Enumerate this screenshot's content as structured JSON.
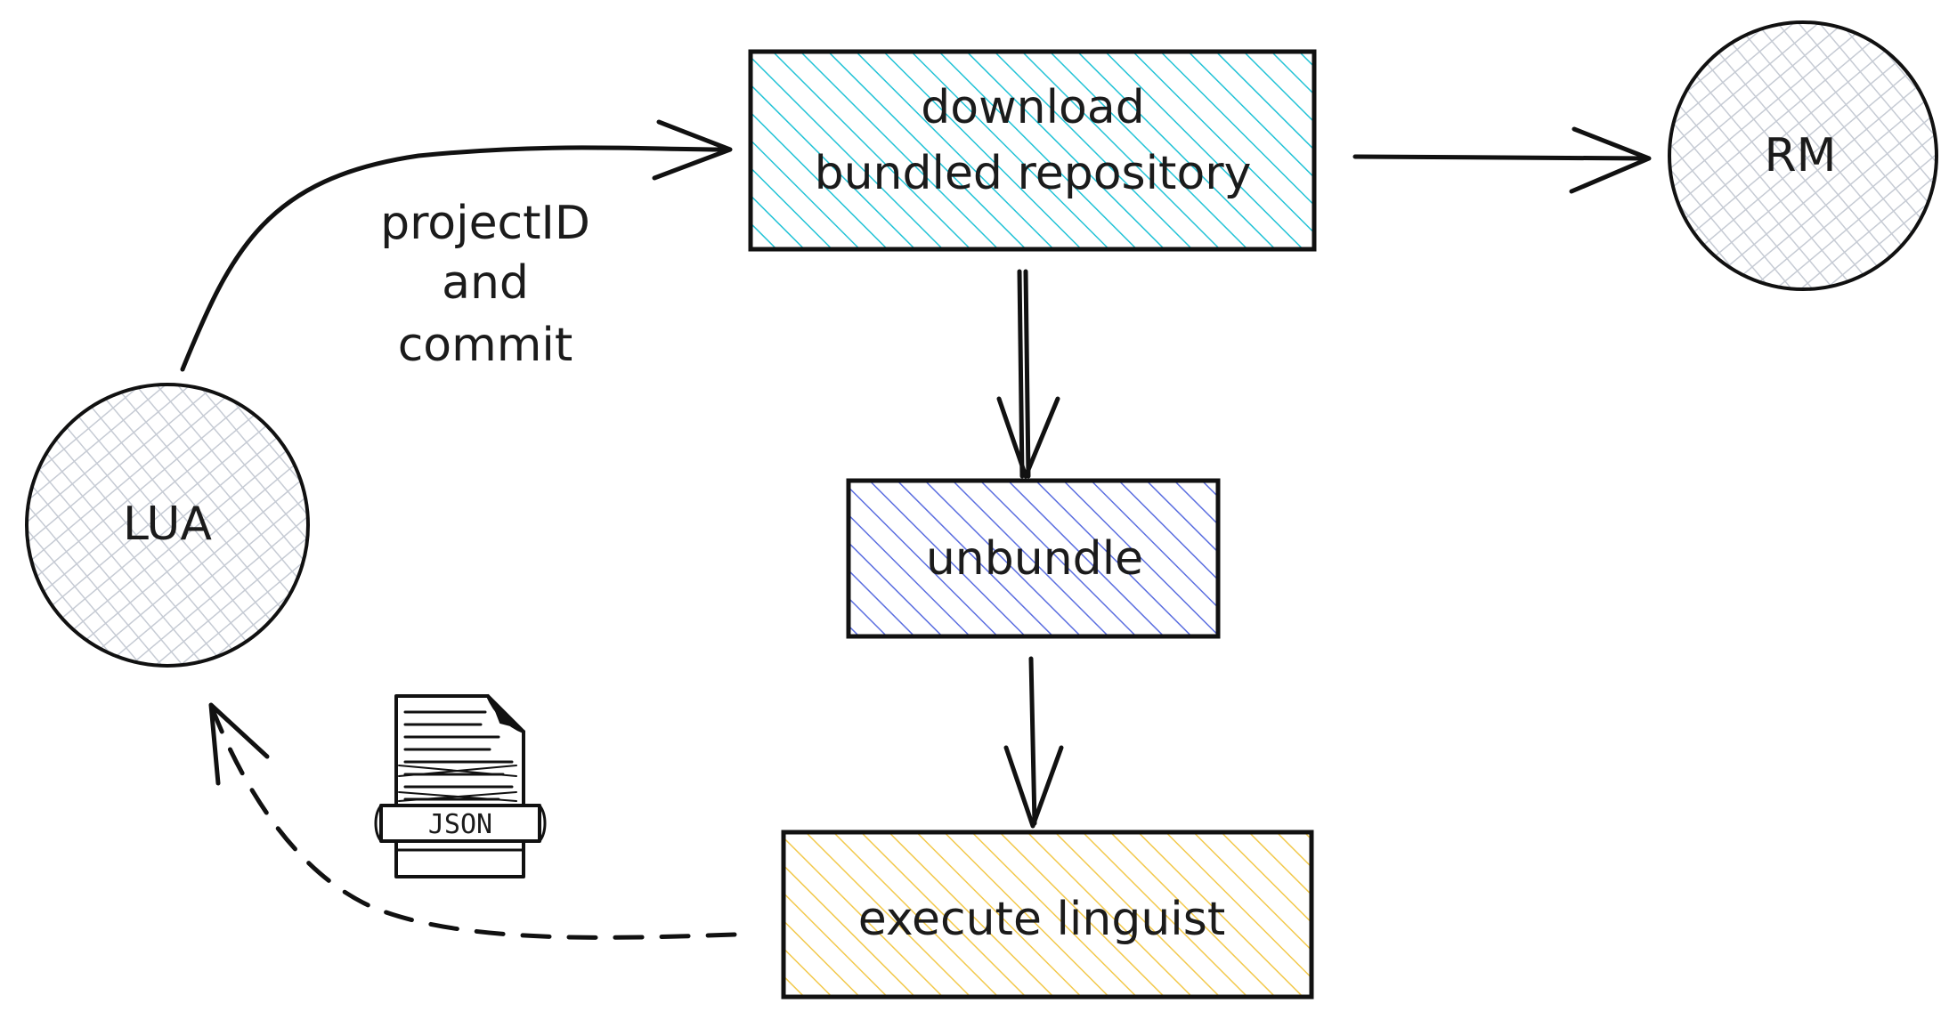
{
  "nodes": {
    "lua": "LUA",
    "rm": "RM",
    "download_line1": "download",
    "download_line2": "bundled repository",
    "unbundle": "unbundle",
    "execute": "execute linguist"
  },
  "edge_label": {
    "line1": "projectID",
    "line2": "and",
    "line3": "commit"
  },
  "file_icon": {
    "label": "JSON"
  },
  "colors": {
    "download_fill": "#22c3d6",
    "unbundle_fill": "#5b6ee0",
    "execute_fill": "#f2c94c",
    "circle_fill": "#c6cbd4",
    "stroke": "#111111"
  }
}
